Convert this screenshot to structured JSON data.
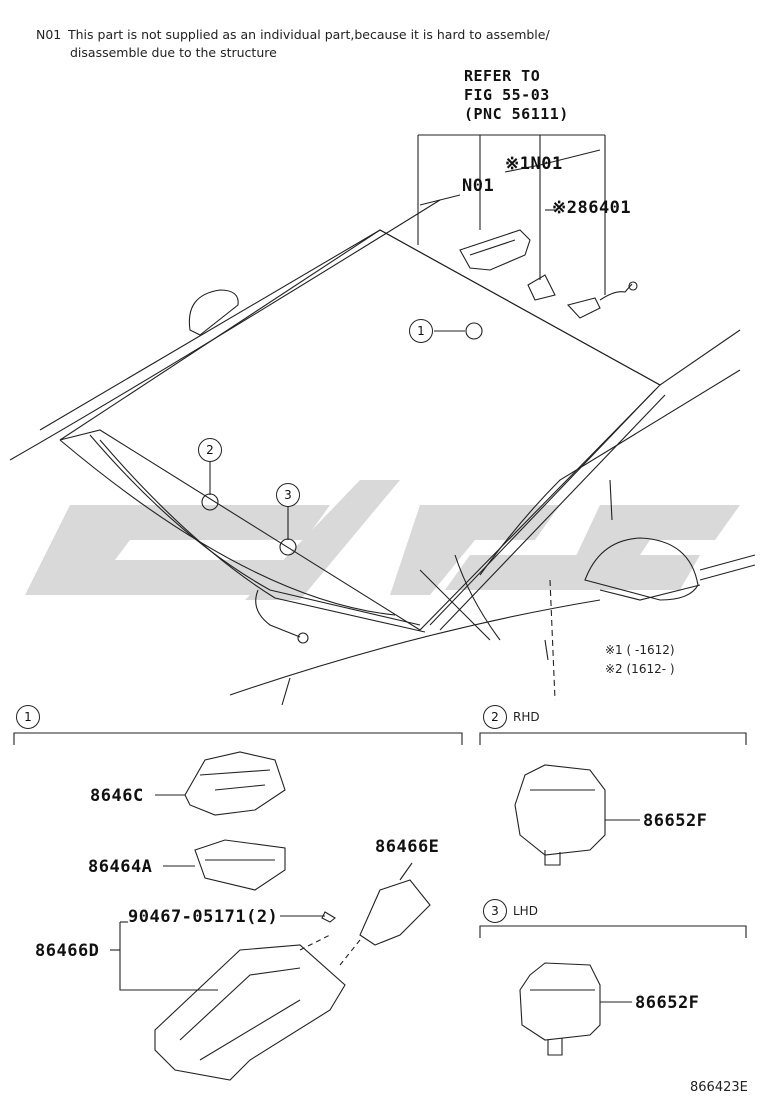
{
  "notes": {
    "code": "N01",
    "line1": "This part is not supplied as an individual part,because it is hard to assemble/",
    "line2": "disassemble due to the structure"
  },
  "refer": {
    "line1": "REFER TO",
    "line2": "FIG 55-03",
    "line3": "(PNC 56111)"
  },
  "labels": {
    "n01_main": "N01",
    "n01_marked": "※1N01",
    "p86401": "※286401",
    "p8646C": "8646C",
    "p86464A": "86464A",
    "p86466E": "86466E",
    "p90467": "90467-05171(2)",
    "p86466D": "86466D",
    "p86652F_rhd": "86652F",
    "p86652F_lhd": "86652F"
  },
  "callouts": {
    "c1": "1",
    "c2": "2",
    "c3": "3"
  },
  "sections": {
    "s1_num": "1",
    "s2_num": "2",
    "s2_label": "RHD",
    "s3_num": "3",
    "s3_label": "LHD"
  },
  "footnotes": {
    "f1": "※1 (        -1612)",
    "f2": "※2 (1612-        )"
  },
  "figure_id": "866423E",
  "colors": {
    "line": "#222222",
    "watermark": "#d9d9d9"
  }
}
